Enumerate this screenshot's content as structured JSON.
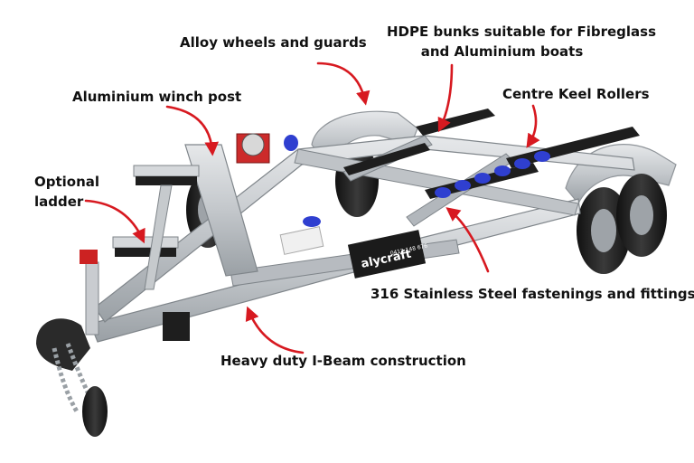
{
  "callouts": {
    "alloy_wheels": "Alloy wheels and guards",
    "hdpe_bunks_line1": "HDPE bunks suitable for Fibreglass",
    "hdpe_bunks_line2": "and Aluminium boats",
    "winch_post": "Aluminium winch post",
    "keel_rollers": "Centre Keel Rollers",
    "ladder_line1": "Optional",
    "ladder_line2": "ladder",
    "stainless": "316 Stainless Steel fastenings and fittings",
    "ibeam": "Heavy duty I-Beam construction"
  },
  "badge": {
    "brand": "alycraft",
    "phone": "0412 148 676"
  },
  "colors": {
    "arrow": "#d71920",
    "frame": "#c9ccd0",
    "frame_dark": "#8f9499",
    "rubber": "#1e1e1e",
    "roller": "#2f3fd0",
    "jack_cap": "#cc2222"
  }
}
